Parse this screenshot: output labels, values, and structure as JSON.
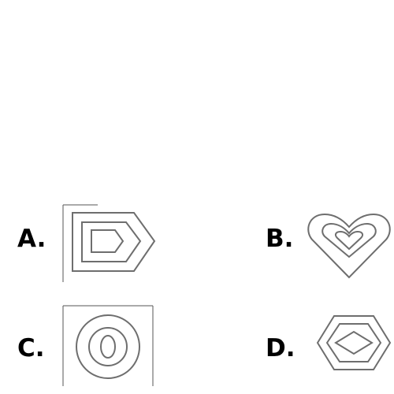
{
  "options": [
    {
      "id": "a",
      "label": "A.",
      "figure": "nested-pentagon-arrows"
    },
    {
      "id": "b",
      "label": "B.",
      "figure": "nested-hearts"
    },
    {
      "id": "c",
      "label": "C.",
      "figure": "nested-ovals-in-square"
    },
    {
      "id": "d",
      "label": "D.",
      "figure": "hexagon-with-inner-hexagon-and-diamond"
    }
  ],
  "colors": {
    "stroke": "#6e6e6e",
    "frame": "#555555",
    "label": "#000000",
    "background": "#ffffff"
  }
}
